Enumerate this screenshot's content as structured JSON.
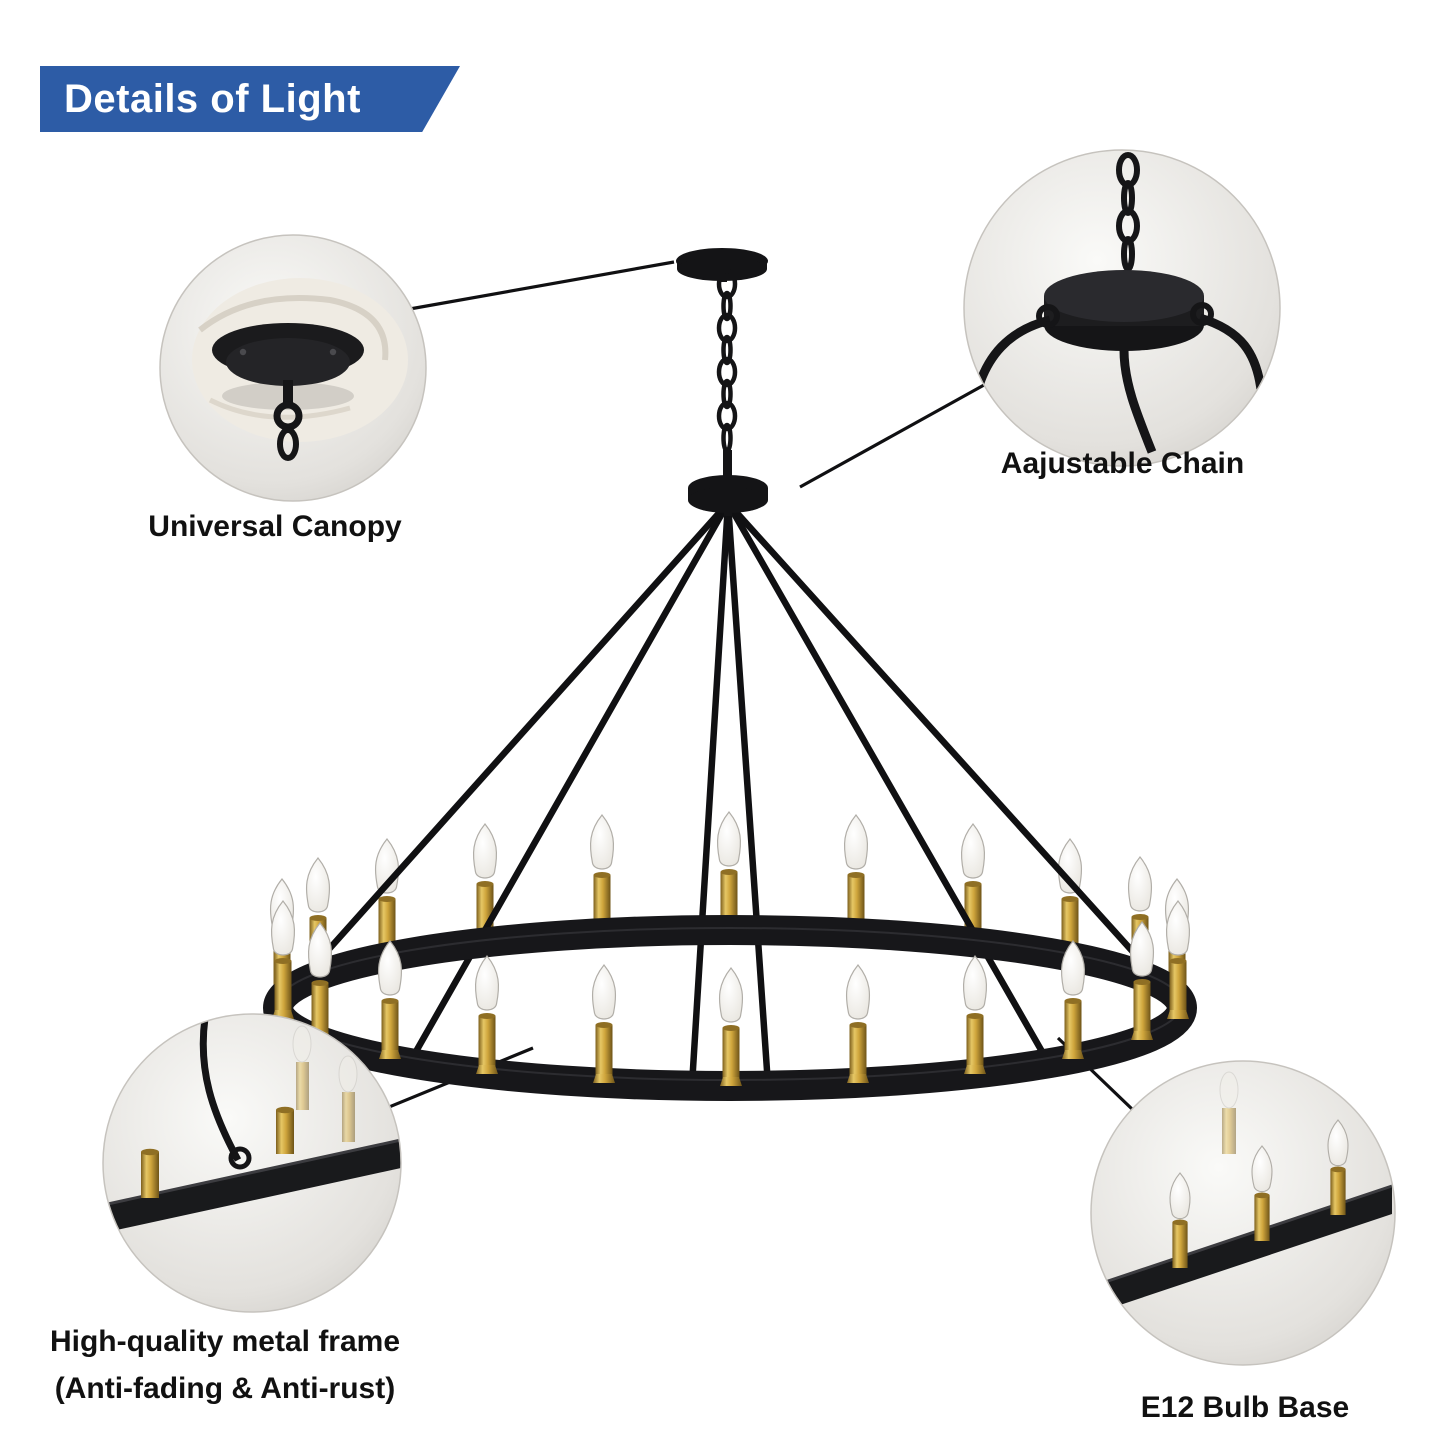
{
  "banner": {
    "title": "Details of Light"
  },
  "callouts": [
    {
      "id": "universal-canopy",
      "label": "Universal Canopy"
    },
    {
      "id": "adjustable-chain",
      "label": "Aajustable Chain"
    },
    {
      "id": "metal-frame",
      "label": "High-quality metal frame",
      "label2": "(Anti-fading & Anti-rust)"
    },
    {
      "id": "bulb-base",
      "label": "E12 Bulb Base"
    }
  ],
  "colors": {
    "banner_bg": "#2d5ca6",
    "text": "#111111",
    "background": "#ffffff",
    "metal_black": "#17171a",
    "brass_gold": "#c9a23f",
    "bulb_glass": "#f2f0ea"
  }
}
